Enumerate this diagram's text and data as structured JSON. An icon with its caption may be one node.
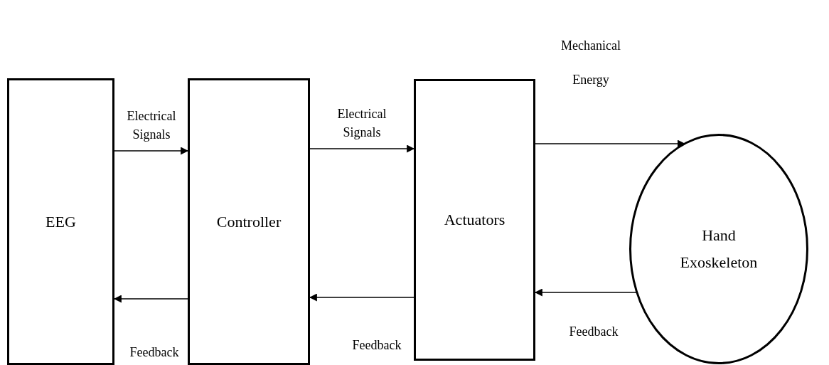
{
  "diagram": {
    "nodes": [
      {
        "text": [
          "EEG"
        ]
      },
      {
        "text": [
          "Controller"
        ]
      },
      {
        "text": [
          "Actuators"
        ]
      },
      {
        "text": [
          "Hand Exoskeleton"
        ]
      }
    ],
    "edges": [
      {
        "from": 0,
        "to": 1,
        "arrow": "to",
        "label": "Electrical Signals"
      },
      {
        "from": 1,
        "to": 2,
        "arrow": "to",
        "label": "Electrical Signals"
      },
      {
        "from": 2,
        "to": 3,
        "arrow": "to",
        "label": "Mechanical Energy"
      },
      {
        "from": 3,
        "to": 2,
        "arrow": "to",
        "label": "Feedback"
      },
      {
        "from": 2,
        "to": 1,
        "arrow": "to",
        "label": "Feedback"
      },
      {
        "from": 1,
        "to": 0,
        "arrow": "to",
        "label": "Feedback"
      }
    ]
  }
}
